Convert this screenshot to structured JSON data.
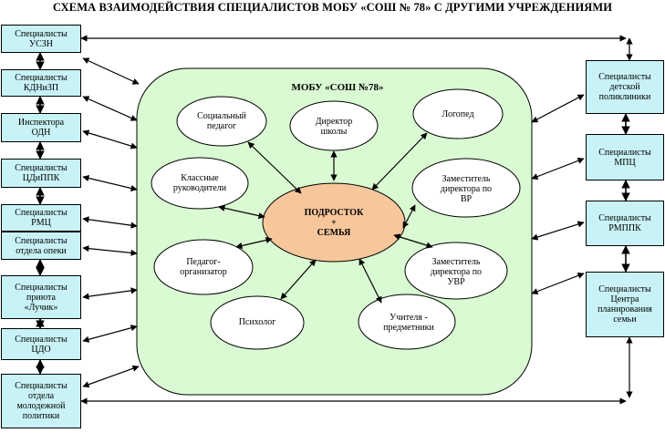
{
  "title": "СХЕМА ВЗАИМОДЕЙСТВИЯ СПЕЦИАЛИСТОВ МОБУ «СОШ № 78» С ДРУГИМИ УЧРЕЖДЕНИЯМИ",
  "school": {
    "label": "МОБУ «СОШ №78»",
    "center": "ПОДРОСТОК\n+\nСЕМЬЯ",
    "specialists": [
      "Социальный\nпедагог",
      "Директор\nшколы",
      "Логопед",
      "Классные\nруководители",
      "Заместитель\nдиректора по\nВР",
      "Педагог-\nорганизатор",
      "Заместитель\nдиректора по\nУВР",
      "Психолог",
      "Учителя -\nпредметники"
    ]
  },
  "left_institutions": [
    "Специалисты\nУСЗН",
    "Специалисты\nКДНиЗП",
    "Инспектора\nОДН",
    "Специалисты\nЦДиППК",
    "Специалисты\nРМЦ",
    "Специалисты\nотдела опеки",
    "Специалисты\nприюта\n«Лучик»",
    "Специалисты\nЦДО",
    "Специалисты\nотдела\nмолодежной\nполитики"
  ],
  "right_institutions": [
    "Специалисты\nдетской\nполиклиники",
    "Специалисты\nМПЦ",
    "Специалисты\nРМППК",
    "Специалисты\nЦентра\nпланирования\nсемьи"
  ],
  "colors": {
    "box_fill": "#c8f2f6",
    "school_fill": "#d9fad2",
    "center_fill": "#f6c79b"
  }
}
